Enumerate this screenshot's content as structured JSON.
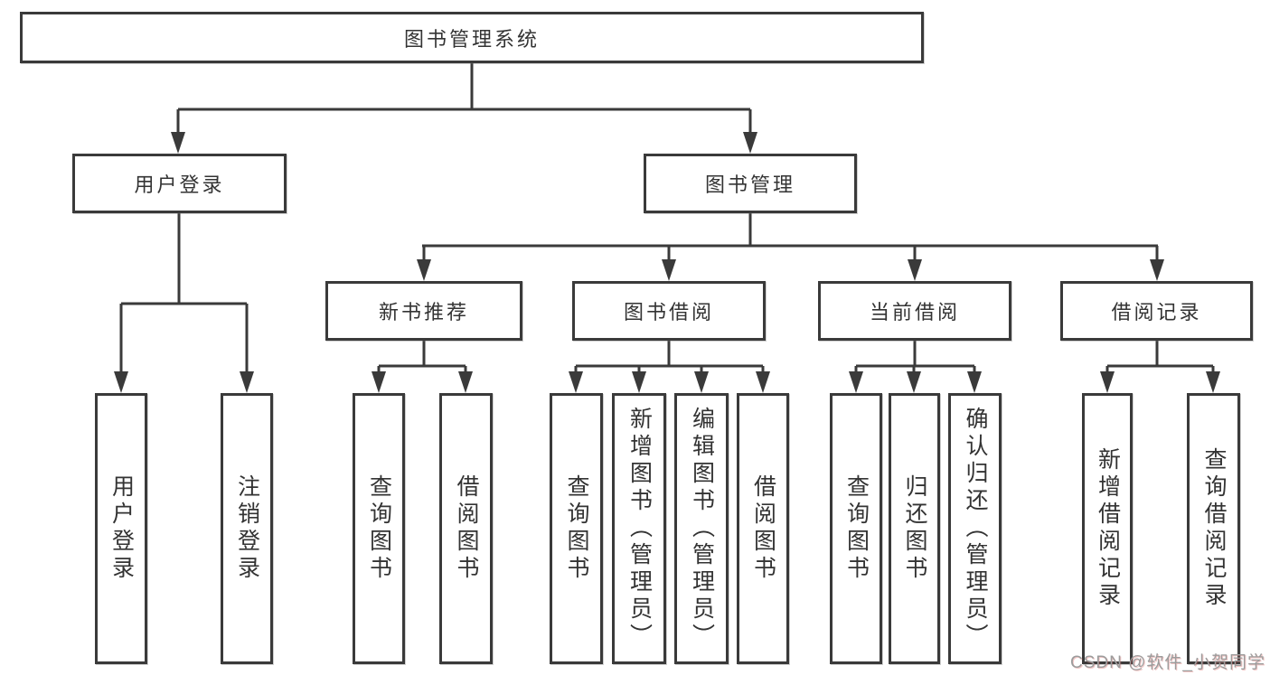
{
  "tree": {
    "root": {
      "label": "图书管理系统"
    },
    "children": [
      {
        "label": "用户登录",
        "children": [
          {
            "label": "用户登录"
          },
          {
            "label": "注销登录"
          }
        ]
      },
      {
        "label": "图书管理",
        "children": [
          {
            "label": "新书推荐",
            "children": [
              {
                "label": "查询图书"
              },
              {
                "label": "借阅图书"
              }
            ]
          },
          {
            "label": "图书借阅",
            "children": [
              {
                "label": "查询图书"
              },
              {
                "label": "新增图书（管理员）"
              },
              {
                "label": "编辑图书（管理员）"
              },
              {
                "label": "借阅图书"
              }
            ]
          },
          {
            "label": "当前借阅",
            "children": [
              {
                "label": "查询图书"
              },
              {
                "label": "归还图书"
              },
              {
                "label": "确认归还（管理员）"
              }
            ]
          },
          {
            "label": "借阅记录",
            "children": [
              {
                "label": "新增借阅记录"
              },
              {
                "label": "查询借阅记录"
              }
            ]
          }
        ]
      }
    ]
  },
  "watermark": {
    "text": "CSDN @软件_小贺同学"
  },
  "colors": {
    "line": "#3a3a3a",
    "box_border": "#3a3a3a",
    "text": "#333333",
    "background": "#ffffff",
    "watermark": "#9c9c9c"
  }
}
